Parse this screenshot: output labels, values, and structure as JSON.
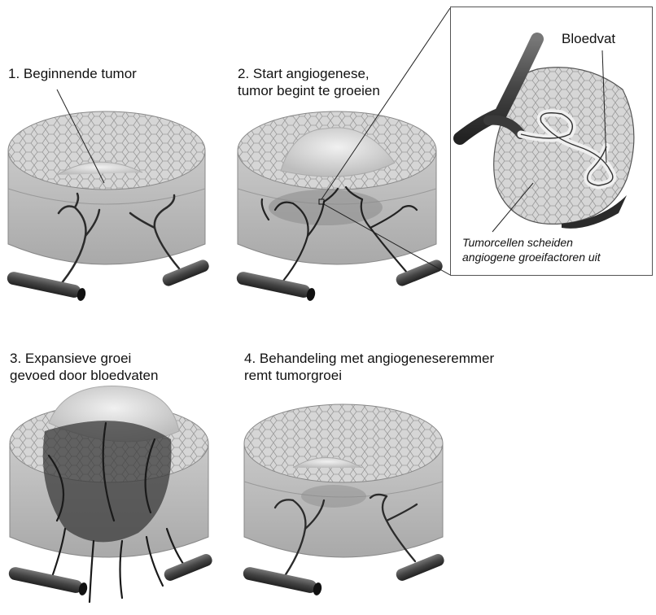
{
  "stages": [
    {
      "label": "1. Beginnende tumor"
    },
    {
      "label": "2. Start angiogenese,\ntumor begint te groeien"
    },
    {
      "label": "3. Expansieve groei\ngevoed door bloedvaten"
    },
    {
      "label": "4. Behandeling met angiogeneseremmer\nremt tumorgroei"
    }
  ],
  "inset": {
    "vessel_label": "Bloedvat",
    "caption": "Tumorcellen scheiden\nangiogene groeifactoren uit"
  }
}
